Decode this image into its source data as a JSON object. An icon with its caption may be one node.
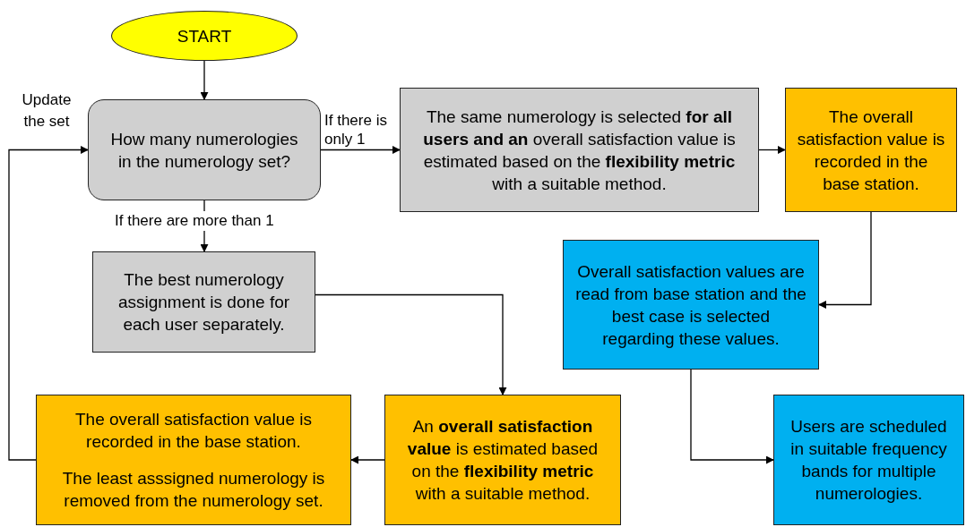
{
  "diagram": {
    "nodes": [
      {
        "text": [
          "START"
        ]
      },
      {
        "text": [
          "How many numerologies in the numerology set?"
        ]
      },
      {
        "text": [
          "The same numerology is selected **for all users and an** overall satisfaction value is estimated based on the **flexibility metric** with a suitable method."
        ]
      },
      {
        "text": [
          "The overall satisfaction value is recorded in the base station."
        ]
      },
      {
        "text": [
          "Overall satisfaction values are read from base station and the best case is selected regarding these values."
        ]
      },
      {
        "text": [
          "The best numerology assignment is done for each user separately."
        ]
      },
      {
        "text": [
          "An **overall satisfaction value** is estimated based on the **flexibility metric** with a suitable method."
        ]
      },
      {
        "text": [
          "The overall satisfaction value is recorded in the base station.",
          "The least asssigned numerology is removed from the numerology set."
        ]
      },
      {
        "text": [
          "Users are scheduled in suitable frequency bands for multiple numerologies."
        ]
      }
    ],
    "edges": [
      {
        "from": 0,
        "to": 1,
        "arrow": "to"
      },
      {
        "from": 1,
        "to": 2,
        "arrow": "to",
        "label": "If there is only 1"
      },
      {
        "from": 2,
        "to": 3,
        "arrow": "to"
      },
      {
        "from": 3,
        "to": 4,
        "arrow": "to"
      },
      {
        "from": 1,
        "to": 5,
        "arrow": "to",
        "label": "If there are more than 1"
      },
      {
        "from": 5,
        "to": 6,
        "arrow": "to"
      },
      {
        "from": 6,
        "to": 7,
        "arrow": "to"
      },
      {
        "from": 7,
        "to": 1,
        "arrow": "to",
        "label": "Update the set"
      },
      {
        "from": 4,
        "to": 8,
        "arrow": "to"
      }
    ]
  }
}
